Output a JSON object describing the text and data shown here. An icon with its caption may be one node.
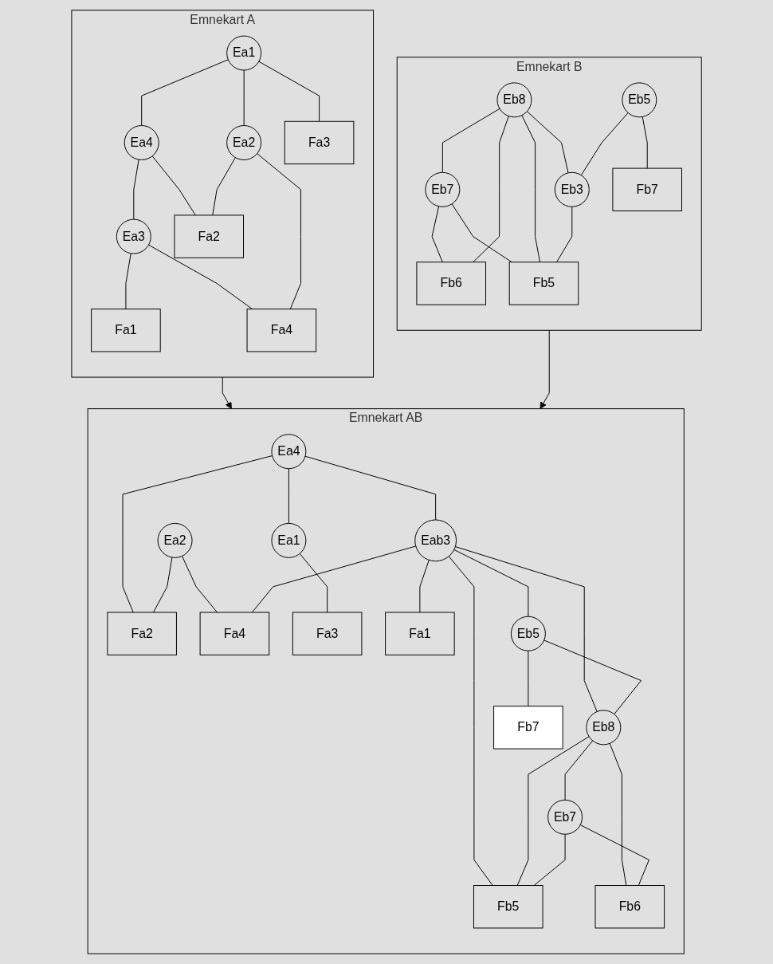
{
  "diagram": {
    "nodes": [
      {
        "text": [
          "Emnekart A"
        ]
      },
      {
        "text": [
          "Ea1"
        ],
        "in": 0
      },
      {
        "text": [
          "Ea2"
        ],
        "in": 0
      },
      {
        "text": [
          "Ea4"
        ],
        "in": 0
      },
      {
        "text": [
          "Ea3"
        ],
        "in": 0
      },
      {
        "text": [
          "Fa1"
        ],
        "in": 0
      },
      {
        "text": [
          "Fa2"
        ],
        "in": 0
      },
      {
        "text": [
          "Fa4"
        ],
        "in": 0
      },
      {
        "text": [
          "Fa3"
        ],
        "in": 0
      },
      {
        "text": [
          "Emnekart B"
        ]
      },
      {
        "text": [
          "Eb8"
        ],
        "in": 9
      },
      {
        "text": [
          "Eb7"
        ],
        "in": 9
      },
      {
        "text": [
          "Eb5"
        ],
        "in": 9
      },
      {
        "text": [
          "Eb3"
        ],
        "in": 9
      },
      {
        "text": [
          "Fb6"
        ],
        "in": 9
      },
      {
        "text": [
          "Fb5"
        ],
        "in": 9
      },
      {
        "text": [
          "Fb7"
        ],
        "in": 9
      },
      {
        "text": [
          "Emnekart AB"
        ]
      },
      {
        "text": [
          "Ea4"
        ],
        "in": 17
      },
      {
        "text": [
          "Ea2"
        ],
        "in": 17
      },
      {
        "text": [
          "Eb5"
        ],
        "in": 17
      },
      {
        "text": [
          "Ea1"
        ],
        "in": 17
      },
      {
        "text": [
          "Eab3"
        ],
        "in": 17
      },
      {
        "text": [
          "Eb8"
        ],
        "in": 17
      },
      {
        "text": [
          "Eb7"
        ],
        "in": 17
      },
      {
        "text": [
          "Fa1"
        ],
        "in": 17
      },
      {
        "text": [
          "Fa4"
        ],
        "in": 17
      },
      {
        "text": [
          "Fa2"
        ],
        "in": 17
      },
      {
        "text": [
          "Fb7"
        ],
        "in": 17
      },
      {
        "text": [
          "Fb6"
        ],
        "in": 17
      },
      {
        "text": [
          "Fa3"
        ],
        "in": 17
      },
      {
        "text": [
          "Fb5"
        ],
        "in": 17
      }
    ],
    "edges": [
      {
        "from": 1,
        "to": 2,
        "arrow": "none"
      },
      {
        "from": 1,
        "to": 3,
        "arrow": "none"
      },
      {
        "from": 1,
        "to": 8,
        "arrow": "none"
      },
      {
        "from": 3,
        "to": 4,
        "arrow": "none"
      },
      {
        "from": 3,
        "to": 6,
        "arrow": "none"
      },
      {
        "from": 4,
        "to": 5,
        "arrow": "none"
      },
      {
        "from": 4,
        "to": 7,
        "arrow": "none"
      },
      {
        "from": 2,
        "to": 6,
        "arrow": "none"
      },
      {
        "from": 2,
        "to": 7,
        "arrow": "none"
      },
      {
        "from": 10,
        "to": 11,
        "arrow": "none"
      },
      {
        "from": 10,
        "to": 14,
        "arrow": "none"
      },
      {
        "from": 10,
        "to": 15,
        "arrow": "none"
      },
      {
        "from": 10,
        "to": 13,
        "arrow": "none"
      },
      {
        "from": 12,
        "to": 13,
        "arrow": "none"
      },
      {
        "from": 11,
        "to": 14,
        "arrow": "none"
      },
      {
        "from": 11,
        "to": 15,
        "arrow": "none"
      },
      {
        "from": 12,
        "to": 16,
        "arrow": "none"
      },
      {
        "from": 13,
        "to": 15,
        "arrow": "none"
      },
      {
        "from": 18,
        "to": 21,
        "arrow": "none"
      },
      {
        "from": 18,
        "to": 22,
        "arrow": "none"
      },
      {
        "from": 18,
        "to": 27,
        "arrow": "none"
      },
      {
        "from": 19,
        "to": 26,
        "arrow": "none"
      },
      {
        "from": 19,
        "to": 27,
        "arrow": "none"
      },
      {
        "from": 21,
        "to": 30,
        "arrow": "none"
      },
      {
        "from": 22,
        "to": 25,
        "arrow": "none"
      },
      {
        "from": 22,
        "to": 26,
        "arrow": "none"
      },
      {
        "from": 22,
        "to": 31,
        "arrow": "none"
      },
      {
        "from": 22,
        "to": 20,
        "arrow": "none"
      },
      {
        "from": 22,
        "to": 23,
        "arrow": "none"
      },
      {
        "from": 20,
        "to": 23,
        "arrow": "none"
      },
      {
        "from": 20,
        "to": 28,
        "arrow": "none"
      },
      {
        "from": 23,
        "to": 24,
        "arrow": "none"
      },
      {
        "from": 23,
        "to": 29,
        "arrow": "none"
      },
      {
        "from": 23,
        "to": 31,
        "arrow": "none"
      },
      {
        "from": 24,
        "to": 31,
        "arrow": "none"
      },
      {
        "from": 24,
        "to": 29,
        "arrow": "none"
      },
      {
        "from": 0,
        "to": 17,
        "arrow": "to"
      },
      {
        "from": 9,
        "to": 17,
        "arrow": "to"
      }
    ]
  }
}
